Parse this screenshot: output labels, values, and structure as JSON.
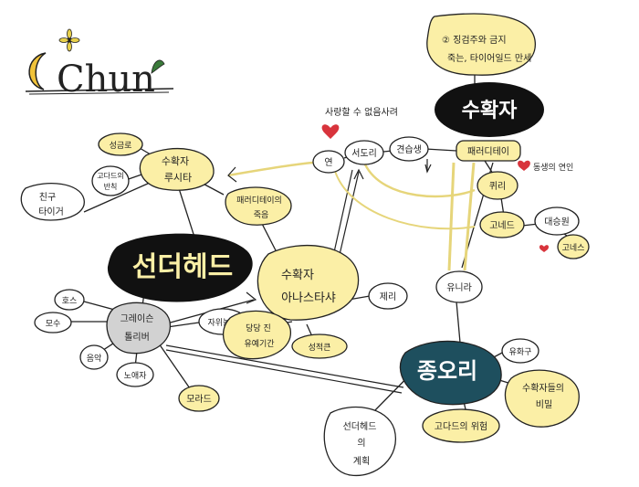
{
  "logo": {
    "text": "Chun"
  },
  "colors": {
    "yellow": "#fbefa6",
    "white": "#ffffff",
    "gray": "#d2d2d2",
    "black": "#111111",
    "teal": "#1e4f5e",
    "ink": "#222222",
    "heart": "#d8343c"
  },
  "title_nodes": {
    "sunhead": "선더헤드",
    "suhakja": "수확자",
    "jangori": "종오리"
  },
  "nodes": {
    "note_top": {
      "line1": "② 징검주와 금지",
      "line2": "죽는, 타이어일드 만세"
    },
    "note_sarang": "사랑할 수 없음사려",
    "yeon": "연",
    "seodori": "서도리",
    "gyeonseupsaeng": "견습생",
    "paeroditeu": "패러디테이",
    "kwiri": "퀴리",
    "gonedeu": "고네드",
    "dongsaeng_note": "동생의 연인",
    "daeseungwi": "대승원",
    "goneuseu": "고네스",
    "yunira": "유니라",
    "seonggeum_note": "성금로",
    "suhakja_rusija": {
      "line1": "수확자",
      "line2": "루시타"
    },
    "godeui_bancheol": {
      "line1": "고다드의",
      "line2": "반칙"
    },
    "chingu": {
      "line1": "친구",
      "line2": "타이거"
    },
    "paeroditeu_death": {
      "line1": "패러디테이의",
      "line2": "죽음"
    },
    "suhakja_anastasia": {
      "line1": "수확자",
      "line2": "아나스타샤"
    },
    "jeri": "제리",
    "gray_node": {
      "line1": "그레이슨",
      "line2": "톨리버"
    },
    "hoseu": "호스",
    "mosu": "모수",
    "eumak": "음악",
    "noeuija": "노애자",
    "moraedeu": "모라드",
    "jawinui": "자위놀이",
    "dangseong": {
      "line1": "당당 진",
      "line2": "유예기간"
    },
    "seongjeok": "성적큰",
    "yuhwagu": "유화구",
    "ra_bimil": {
      "line1": "수확자들의",
      "line2": "비밀"
    },
    "gone_danger": "고다드의 위험",
    "sunhead_guide": {
      "line1": "선더헤드",
      "line2": "의",
      "line3": "계획"
    }
  }
}
